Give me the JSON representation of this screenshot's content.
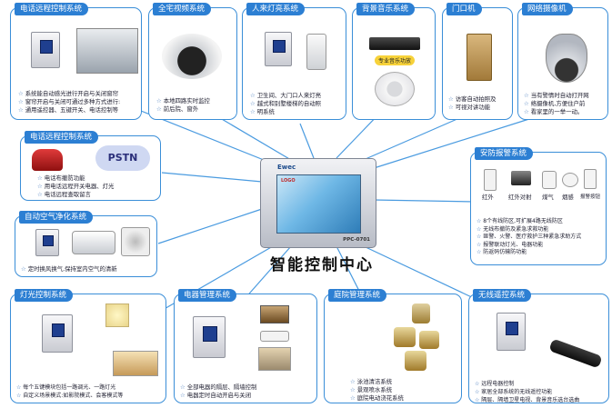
{
  "center": {
    "brand": "Ewec",
    "screen_logo": "LOGO",
    "model": "PPC-0701",
    "title": "智能控制中心"
  },
  "remote_phone_top": {
    "title": "电话远程控制系统",
    "bullets": [
      "系统能自动感光进行开启与关闭窗帘",
      "窗帘开启与关闭可通过多种方式进行:",
      "通用遥控器、五键开关、电话控制等"
    ]
  },
  "video": {
    "title": "全宅视频系统",
    "bullets": [
      "本地四路实时监控",
      "前后院、窗外"
    ]
  },
  "motion_light": {
    "title": "人来灯亮系统",
    "bullets": [
      "卫生间、大门口人来灯亮",
      "越式和别墅楼梯的自动照",
      "明系统"
    ]
  },
  "music": {
    "title": "背景音乐系统",
    "speaker_label": "专业音乐功放"
  },
  "intercom": {
    "title": "门口机",
    "bullets": [
      "访客自动拍照及",
      "可视对讲功能"
    ]
  },
  "camera": {
    "title": "网络摄像机",
    "bullets": [
      "当有警情时自动打开网",
      "络摄像机,方便住户前",
      "看家里的一举一动。"
    ]
  },
  "phone_ctrl": {
    "title": "电话远程控制系统",
    "pstn": "PSTN",
    "bullets": [
      "电话布撤防功能",
      "用电话远程开关电器、灯光",
      "电话远程查取留言"
    ]
  },
  "air": {
    "title": "自动空气净化系统",
    "bullets": [
      "定时换风换气,保持室内空气的清新"
    ]
  },
  "security": {
    "title": "安防报警系统",
    "sensors": [
      "红外",
      "红外对射",
      "煤气",
      "烟感",
      "报警按钮"
    ],
    "bullets": [
      "8个有线防区,可扩展4路无线防区",
      "无线布撤防及紧急求救功能",
      "匪警、火警、医疗救护三种紧急求助方式",
      "报警联动灯光、电器功能",
      "防返码仿输防功能"
    ]
  },
  "light_ctrl": {
    "title": "灯光控制系统",
    "bullets": [
      "每个五键模块包括一路调光、一路灯光",
      "自定义场景模式:如影院模式、会客模式等"
    ]
  },
  "appliance": {
    "title": "电器管理系统",
    "bullets": [
      "全部电器的隔层、隔墙控制",
      "电器定时自动开启与关闭"
    ]
  },
  "garden": {
    "title": "庭院管理系统",
    "bullets": [
      "泳池清洁系统",
      "景观喷水系统",
      "庭院电动浇花系统"
    ]
  },
  "remote": {
    "title": "无线遥控系统",
    "bullets": [
      "远程电器控制",
      "家居全部系统的无线遥控功能",
      "隔层、隔墙卫星电视、背景音乐选台选曲"
    ]
  },
  "colors": {
    "accent": "#2c7fd3",
    "line": "#3a8ed8"
  }
}
